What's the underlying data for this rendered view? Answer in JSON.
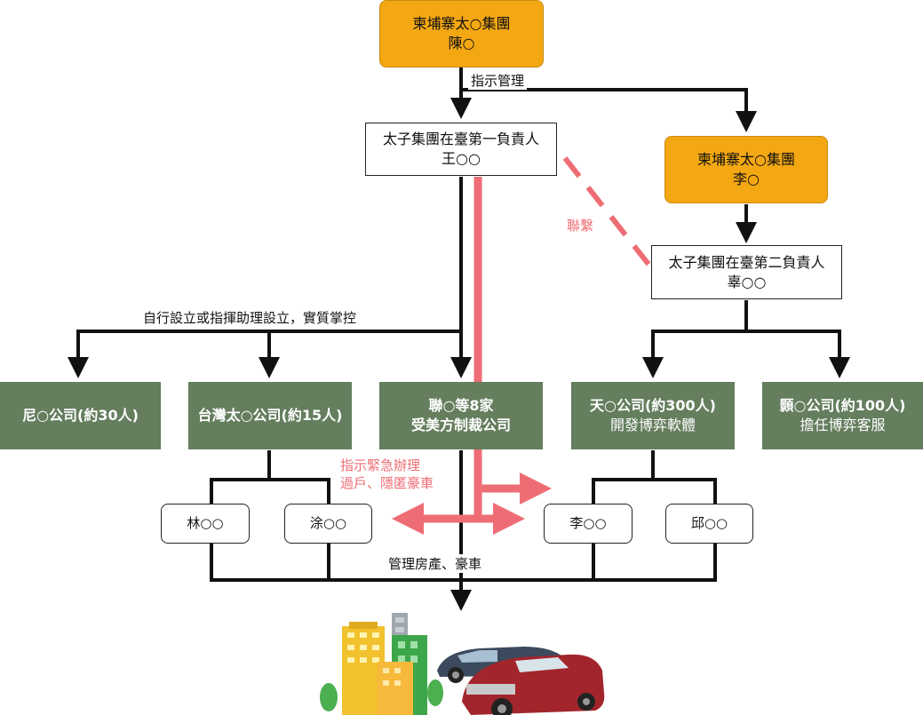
{
  "nodes": {
    "leader_chen": {
      "line1": "柬埔寨太○集團",
      "line2": "陳○"
    },
    "wang": {
      "line1": "太子集團在臺第一負責人",
      "line2": "王○○"
    },
    "leader_li": {
      "line1": "柬埔寨太○集團",
      "line2": "李○"
    },
    "gu": {
      "line1": "太子集團在臺第二負責人",
      "line2": "辜○○"
    },
    "ni": {
      "line1": "尼○公司(約30人)"
    },
    "taiwan_tai": {
      "line1": "台灣太○公司(約15人)"
    },
    "lian": {
      "line1": "聯○等8家",
      "line2": "受美方制裁公司"
    },
    "tian": {
      "line1": "天○公司(約300人)",
      "line2": "開發博弈軟體"
    },
    "xian": {
      "line1": "顥○公司(約100人)",
      "line2": "擔任博弈客服"
    },
    "lin": "林○○",
    "tu": "涂○○",
    "li2": "李○○",
    "qiu": "邱○○"
  },
  "labels": {
    "directive": "指示管理",
    "contact": "聯繫",
    "control": "自行設立或指揮助理設立，實質掌控",
    "urgent_line1": "指示緊急辦理",
    "urgent_line2": "過戶、隱匿豪車",
    "assets": "管理房產、豪車"
  },
  "colors": {
    "leader": "#f3a712",
    "company": "#647e5e",
    "highlight": "#ee6d74",
    "line": "#111111"
  }
}
